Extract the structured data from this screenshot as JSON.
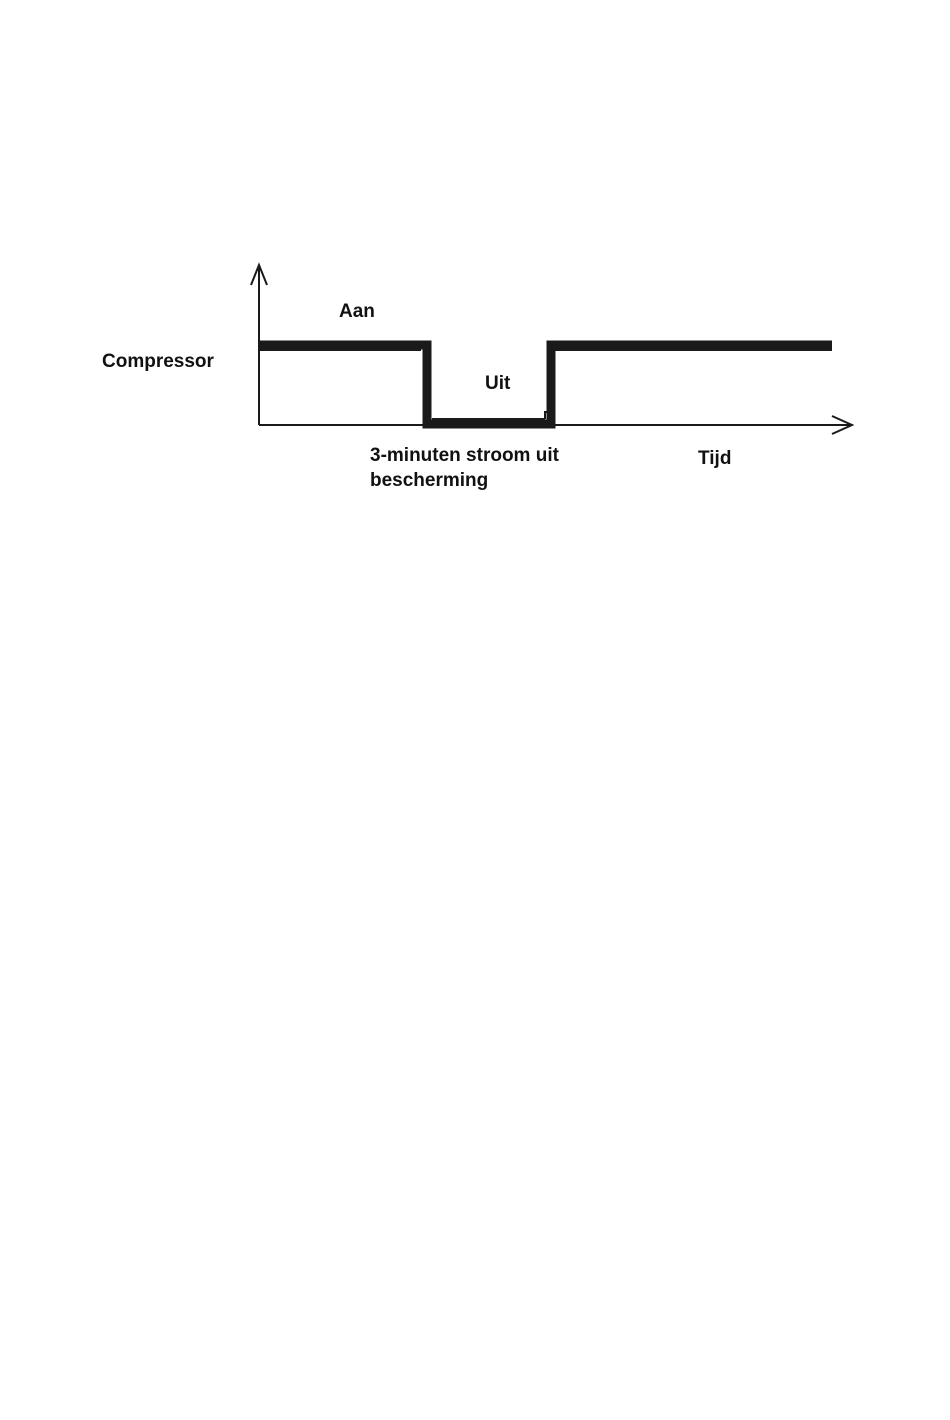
{
  "diagram": {
    "y_label": "Compressor",
    "on_label": "Aan",
    "off_label": "Uit",
    "protection_label_line1": "3-minuten stroom uit",
    "protection_label_line2": "bescherming",
    "x_label": "Tijd",
    "line_color": "#1a1a1a",
    "background_color": "#ffffff"
  }
}
